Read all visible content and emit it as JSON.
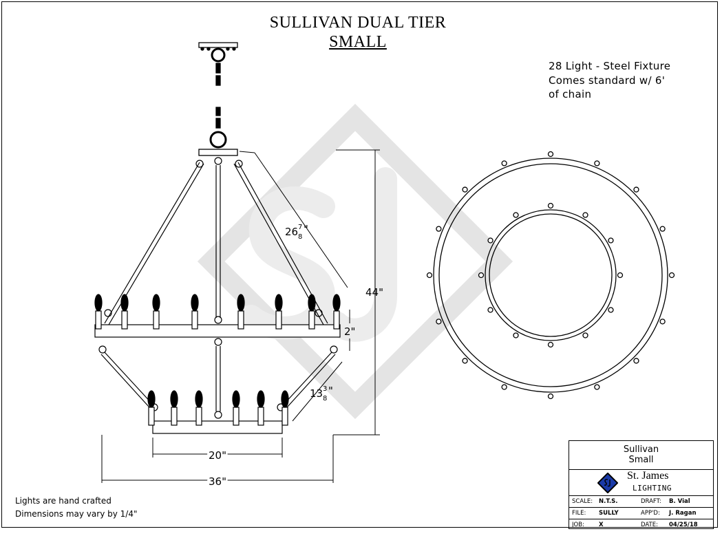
{
  "title": {
    "line1": "SULLIVAN DUAL TIER",
    "line2": "SMALL"
  },
  "notes": [
    "28 Light - Steel Fixture",
    "Comes standard w/ 6'",
    "of chain"
  ],
  "dimensions": {
    "height": "44\"",
    "tier_height": "2\"",
    "upper_arm": "26",
    "upper_arm_frac_num": "7",
    "upper_arm_frac_den": "8",
    "lower_arm": "13",
    "lower_arm_frac_num": "3",
    "lower_arm_frac_den": "8",
    "lower_width": "20\"",
    "upper_width": "36\""
  },
  "footer_notes": [
    "Lights are hand crafted",
    "Dimensions may vary by 1/4\""
  ],
  "title_block": {
    "product_line1": "Sullivan",
    "product_line2": "Small",
    "company": "St. James",
    "company_sub": "LIGHTING",
    "logo_text": "SJ",
    "scale_label": "SCALE:",
    "scale": "N.T.S.",
    "draft_label": "DRAFT:",
    "draft": "B. Vial",
    "file_label": "FILE:",
    "file": "SULLY",
    "appd_label": "APP'D:",
    "appd": "J. Ragan",
    "job_label": "JOB:",
    "job": "X",
    "date_label": "DATE:",
    "date": "04/25/18"
  },
  "watermark": "SJ",
  "colors": {
    "line": "#000000",
    "watermark": "#e6e6e6",
    "logo": "#1a3aa8"
  }
}
